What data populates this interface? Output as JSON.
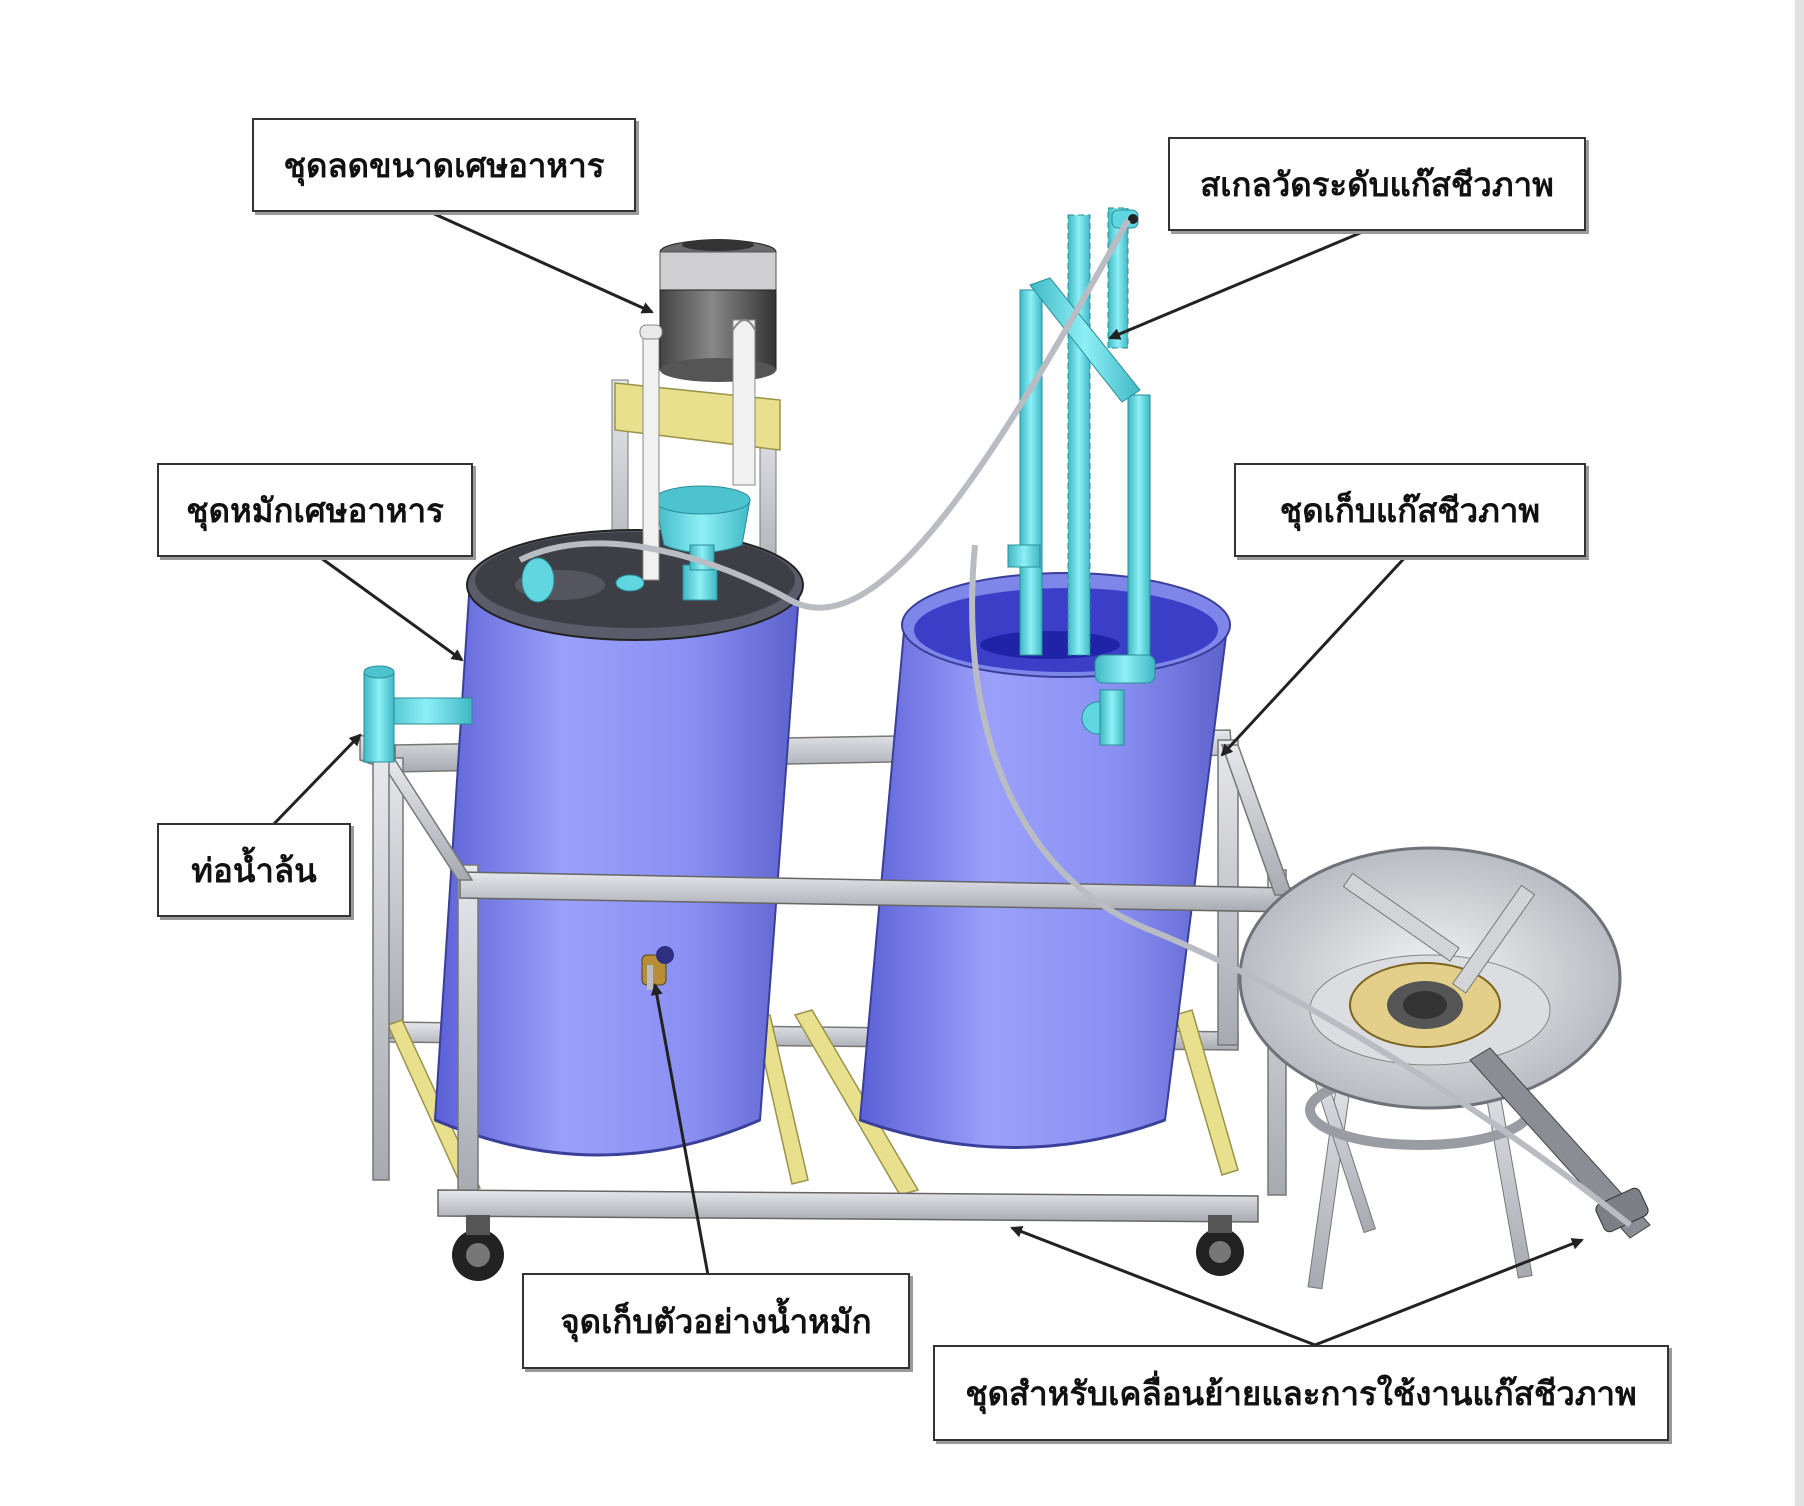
{
  "labels": {
    "grinder": "ชุดลดขนาดเศษอาหาร",
    "gas_level_gauge": "สเกลวัดระดับแก๊สชีวภาพ",
    "digester": "ชุดหมักเศษอาหาร",
    "gas_storage": "ชุดเก็บแก๊สชีวภาพ",
    "overflow_pipe": "ท่อน้ำล้น",
    "sample_point": "จุดเก็บตัวอย่างน้ำหมัก",
    "mobile_gas_use": "ชุดสำหรับเคลื่อนย้ายและการใช้งานแก๊สชีวภาพ"
  },
  "colors": {
    "tank_blue": "#8a90f2",
    "pipe_cyan": "#5fd6e0",
    "frame_gray": "#c4c7cc",
    "support_yellow": "#e8e08c",
    "lid_dark": "#3e3e46"
  }
}
